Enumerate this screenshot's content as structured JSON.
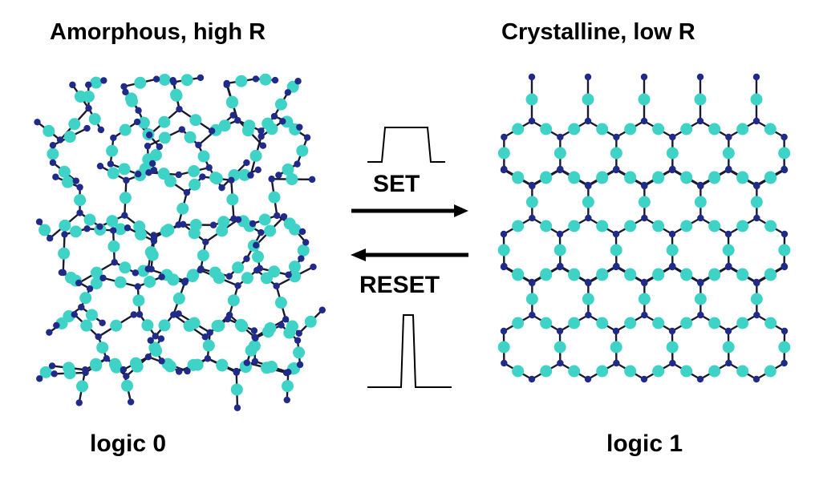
{
  "amorphous": {
    "title": "Amorphous, high R",
    "caption": "logic 0"
  },
  "crystalline": {
    "title": "Crystalline, low R",
    "caption": "logic 1"
  },
  "operations": {
    "set_label": "SET",
    "reset_label": "RESET"
  },
  "colors": {
    "large_atom": "#3fd2c7",
    "small_atom": "#1f2a8a",
    "bond": "#1a1a2e",
    "arrow": "#000000"
  }
}
